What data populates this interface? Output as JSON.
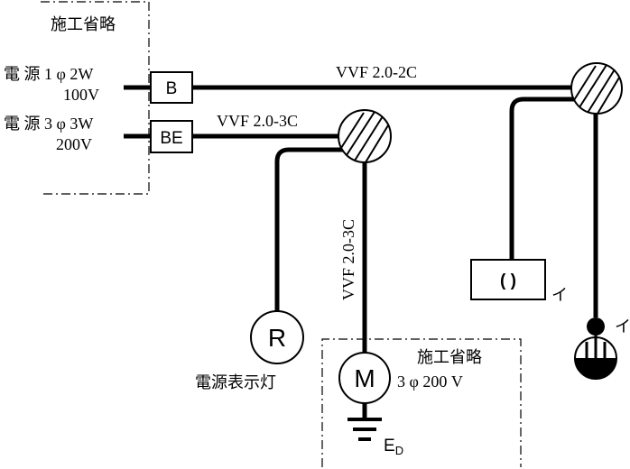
{
  "panel_top": {
    "note": "施工省略",
    "source_1ph": {
      "line1": "電 源 1 φ 2W",
      "line2": "100V"
    },
    "source_3ph": {
      "line1": "電 源 3 φ 3W",
      "line2": "200V"
    }
  },
  "breakers": {
    "b": "B",
    "be": "BE"
  },
  "cables": {
    "top": "VVF 2.0-2C",
    "mid": "VVF 2.0-3C",
    "vertical": "VVF 2.0-3C"
  },
  "pilot_lamp": {
    "symbol": "R",
    "caption": "電源表示灯"
  },
  "motor_area": {
    "note": "施工省略",
    "symbol": "M",
    "spec": "3 φ 200 V",
    "earth": "E",
    "earth_sub": "D"
  },
  "right": {
    "outlet_symbol": "( )",
    "outlet_tag": "イ",
    "switch_tag": "イ"
  }
}
